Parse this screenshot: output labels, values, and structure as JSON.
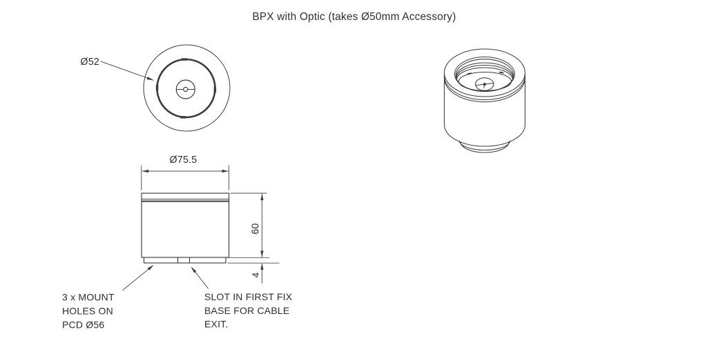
{
  "title": "BPX with Optic (takes Ø50mm Accessory)",
  "colors": {
    "line": "#3b3b3b",
    "dim_line": "#4d4d4d",
    "text": "#2e2e2e",
    "background": "#ffffff"
  },
  "top_view": {
    "diameter_label": "Ø52"
  },
  "side_view": {
    "width_label": "Ø75.5",
    "height_label": "60",
    "base_height_label": "4"
  },
  "notes": {
    "mount_holes": {
      "line1": "3 x MOUNT",
      "line2": "HOLES ON",
      "line3": "PCD Ø56"
    },
    "cable_slot": {
      "line1": "SLOT IN FIRST FIX",
      "line2": "BASE FOR CABLE",
      "line3": "EXIT."
    }
  }
}
